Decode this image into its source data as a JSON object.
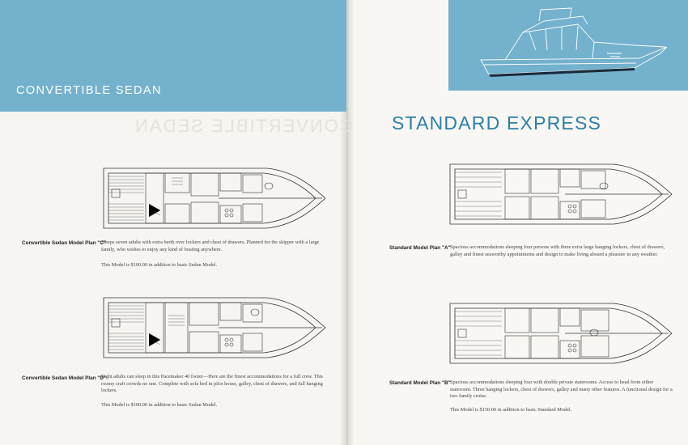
{
  "left_page": {
    "header_title": "CONVERTIBLE SEDAN",
    "plans": [
      {
        "label": "Convertible Sedan Model Plan \"C\"",
        "description": "Sleeps seven adults with extra berth over lockers and chest of drawers. Planned for the skipper with a large family, who wishes to enjoy any kind of boating anywhere.",
        "price_note": "This Model is $100.00 in addition to basic Sedan Model."
      },
      {
        "label": "Convertible Sedan Model Plan \"D\"",
        "description": "Eight adults can sleep in this Pacemaker 40 footer—Here are the finest accommodations for a full crew. This roomy craft crowds no one. Complete with sofa bed in pilot house, galley, chest of drawers, and full hanging lockers.",
        "price_note": "This Model is $100.00 in addition to basic Sedan Model."
      }
    ]
  },
  "right_page": {
    "header_title": "STANDARD EXPRESS",
    "plans": [
      {
        "label": "Standard Model Plan \"A\"",
        "description": "Spacious accommodations sleeping four persons with three extra large hanging lockers, chest of drawers, galley and finest seaworthy appointments and design to make living aboard a pleasure in any weather.",
        "price_note": ""
      },
      {
        "label": "Standard Model Plan \"B\"",
        "description": "Spacious accommodations sleeping four with double private staterooms. Access to head from either stateroom. Three hanging lockers, chest of drawers, galley and many other features. A functional design for a two family cruise.",
        "price_note": "This Model is $150.00 in addition to basic Standard Model."
      }
    ]
  },
  "colors": {
    "header_band": "#74b1cc",
    "title_blue": "#2c7fa8",
    "paper": "#f6f5f1"
  }
}
